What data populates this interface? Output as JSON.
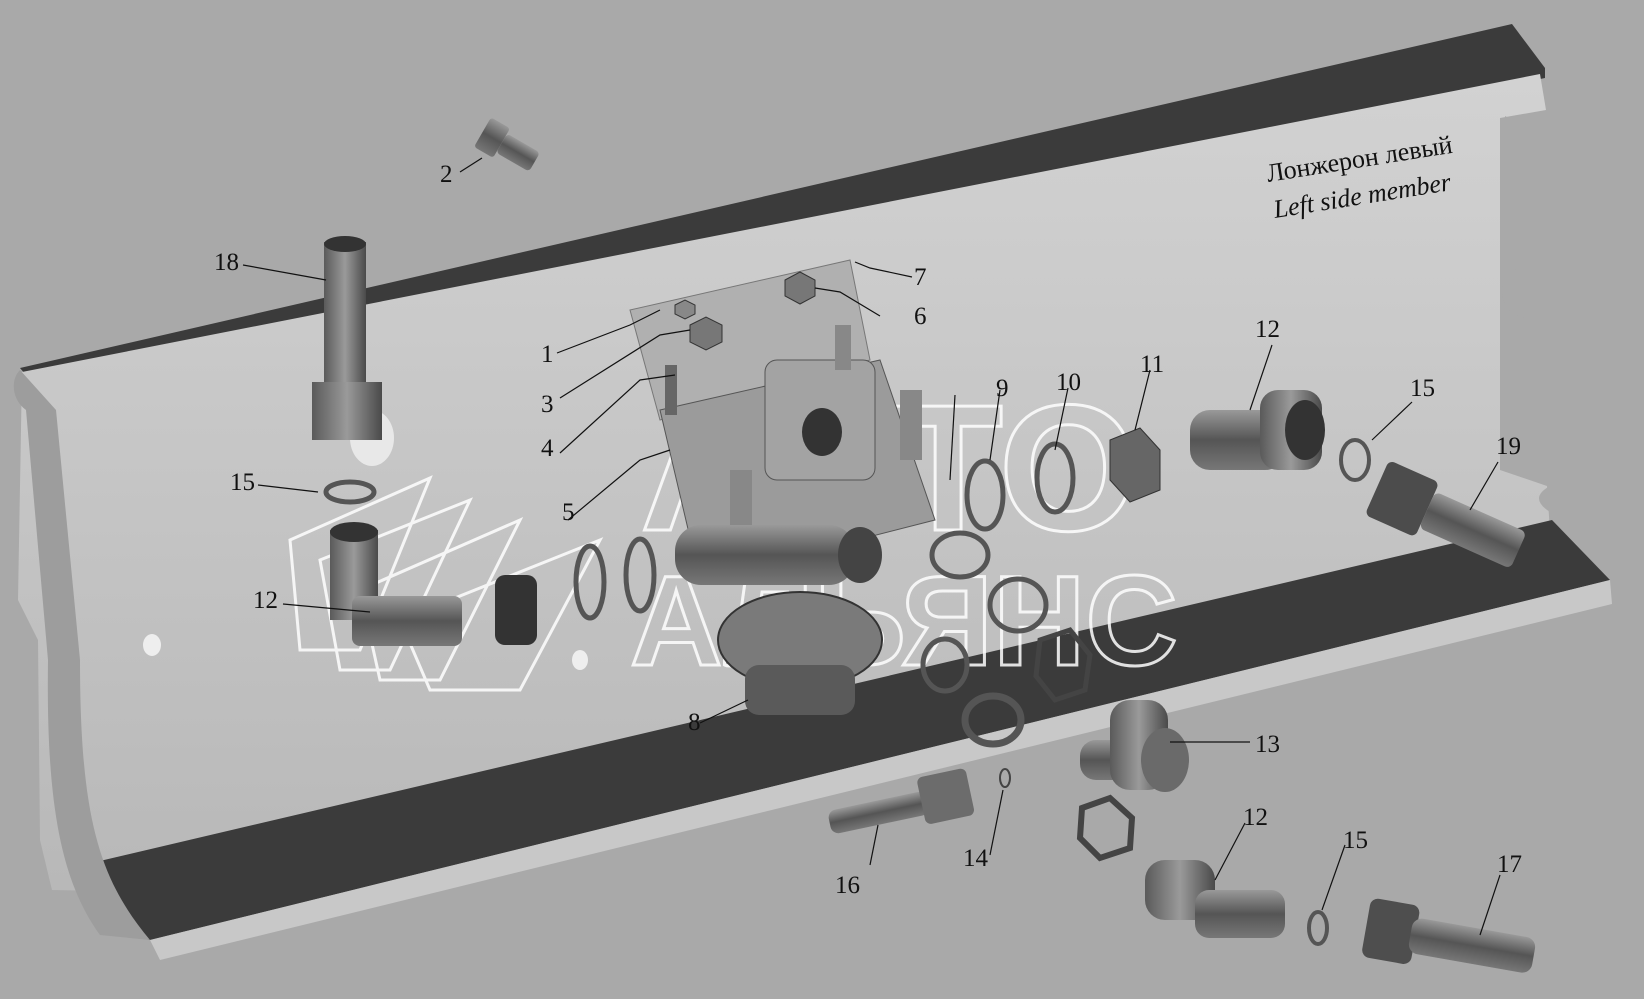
{
  "caption": {
    "line1": "Лонжерон левый",
    "line2": "Left side member"
  },
  "callouts": [
    "1",
    "2",
    "3",
    "4",
    "5",
    "6",
    "7",
    "8",
    "9",
    "10",
    "11",
    "12",
    "12",
    "12",
    "13",
    "14",
    "15",
    "15",
    "15",
    "16",
    "17",
    "18",
    "19"
  ],
  "watermark": {
    "line1": "АВТО",
    "line2": "АЛЬЯНС"
  },
  "colors": {
    "background": "#a9a9a9",
    "rail_light": "#c4c4c4",
    "rail_dark": "#3a3a3a",
    "part": "#8a8a8a",
    "text": "#111111"
  }
}
